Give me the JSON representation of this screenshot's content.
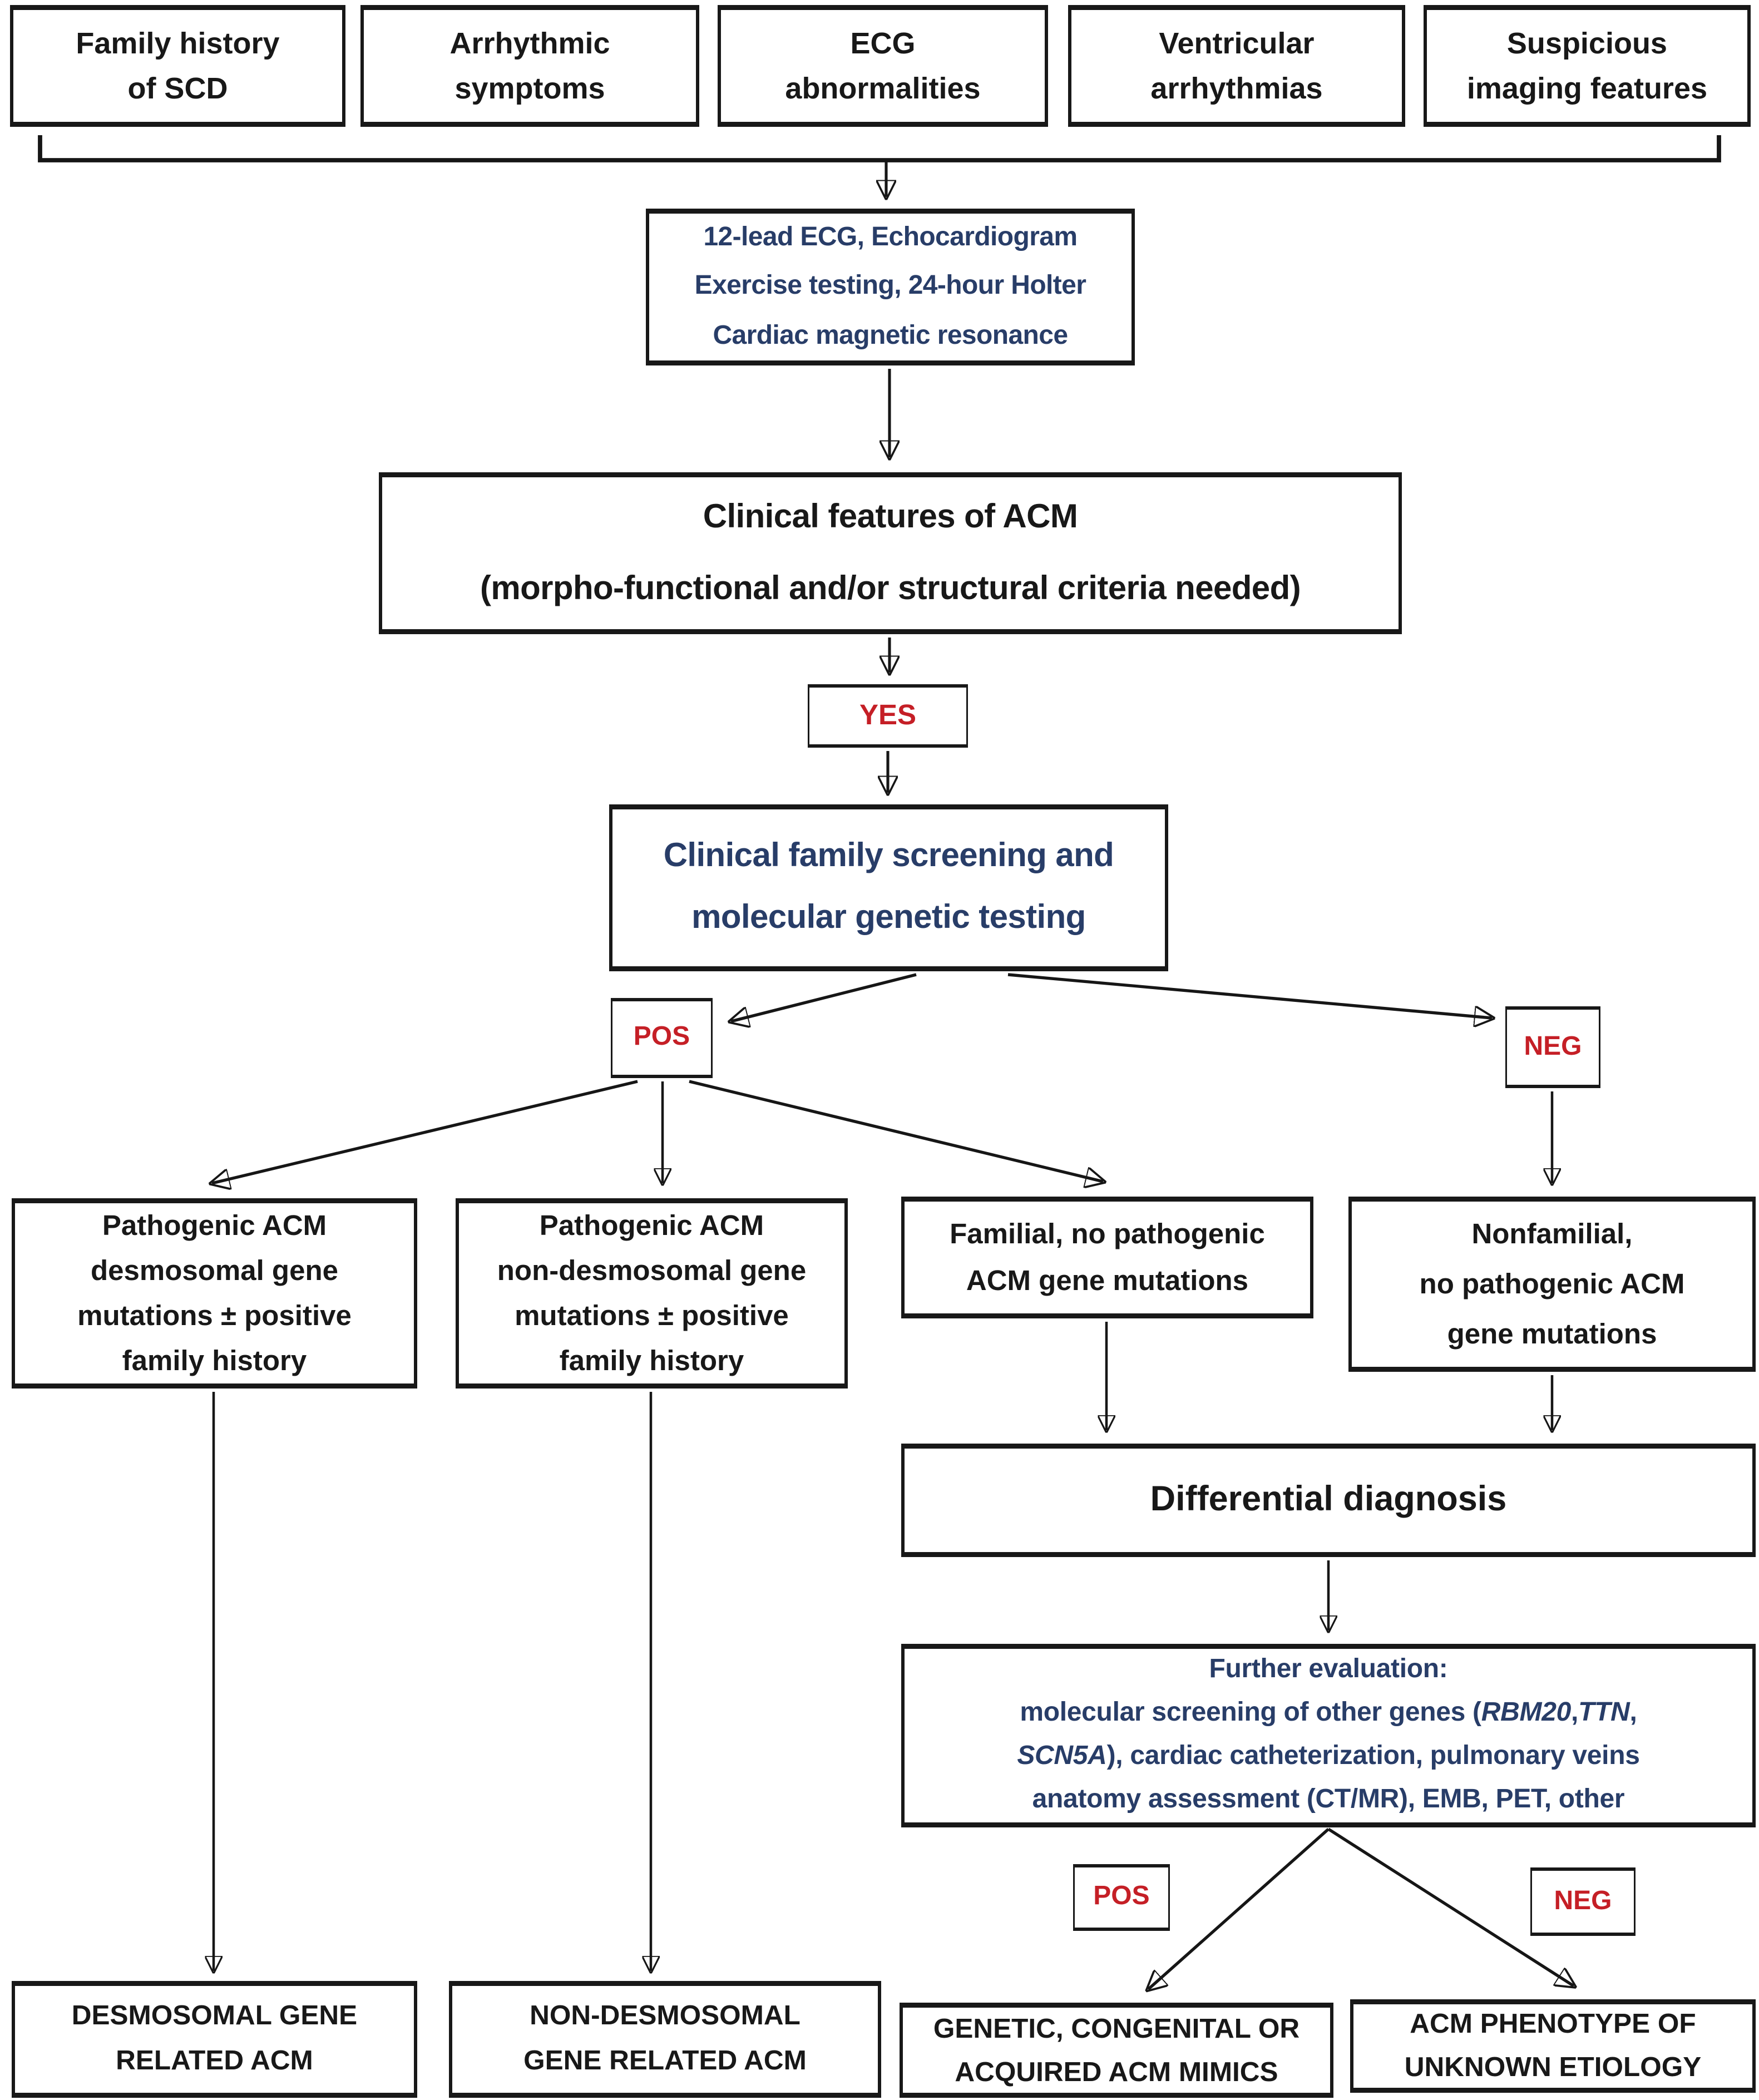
{
  "title": "ACM diagnosis flowchart",
  "theme": {
    "navy": "#283d68",
    "red": "#c51f26",
    "ink": "#181818",
    "line": "#161616",
    "bg": "#ffffff"
  },
  "nodes": {
    "family_history": {
      "label": "Family history\nof SCD"
    },
    "arrhythmic_symptoms": {
      "label": "Arrhythmic\nsymptoms"
    },
    "ecg_abnormalities": {
      "label": "ECG\nabnormalities"
    },
    "ventricular_arrhythmias": {
      "label": "Ventricular\narrhythmias"
    },
    "suspicious_imaging": {
      "label": "Suspicious\nimaging features"
    },
    "initial_tests": {
      "label": "12-lead ECG, Echocardiogram\nExercise testing, 24-hour Holter\nCardiac magnetic resonance"
    },
    "clinical_features": {
      "label": "Clinical features of ACM\n(morpho-functional and/or structural criteria needed)"
    },
    "yes": {
      "label": "YES"
    },
    "family_screening": {
      "label": "Clinical family screening and\nmolecular genetic testing"
    },
    "pos": {
      "label": "POS"
    },
    "neg": {
      "label": "NEG"
    },
    "desmosomal_mutations": {
      "label": "Pathogenic ACM\ndesmosomal gene\nmutations ± positive\nfamily history"
    },
    "non_desmosomal_mutations": {
      "label": "Pathogenic ACM\nnon-desmosomal gene\nmutations ± positive\nfamily history"
    },
    "familial_no_mutations": {
      "label": "Familial, no pathogenic\nACM gene mutations"
    },
    "nonfamilial_no_mutations": {
      "label": "Nonfamilial,\nno pathogenic ACM\ngene mutations"
    },
    "differential_diagnosis": {
      "label": "Differential diagnosis"
    },
    "further_evaluation": {
      "lines": [
        [
          {
            "t": "Further evaluation:"
          }
        ],
        [
          {
            "t": "molecular screening of other genes ("
          },
          {
            "t": "RBM20",
            "i": true
          },
          {
            "t": ","
          },
          {
            "t": "TTN",
            "i": true
          },
          {
            "t": ","
          }
        ],
        [
          {
            "t": "SCN5A",
            "i": true
          },
          {
            "t": "), cardiac catheterization, pulmonary veins"
          }
        ],
        [
          {
            "t": "anatomy assessment  (CT/MR), EMB, PET, other"
          }
        ]
      ]
    },
    "pos2": {
      "label": "POS"
    },
    "neg2": {
      "label": "NEG"
    },
    "desmosomal_acm": {
      "label": "DESMOSOMAL GENE\nRELATED ACM"
    },
    "non_desmosomal_acm": {
      "label": "NON-DESMOSOMAL\nGENE RELATED ACM"
    },
    "acm_mimics": {
      "label": "GENETIC, CONGENITAL OR\nACQUIRED ACM MIMICS"
    },
    "acm_unknown": {
      "label": "ACM PHENOTYPE  OF\nUNKNOWN ETIOLOGY"
    }
  }
}
